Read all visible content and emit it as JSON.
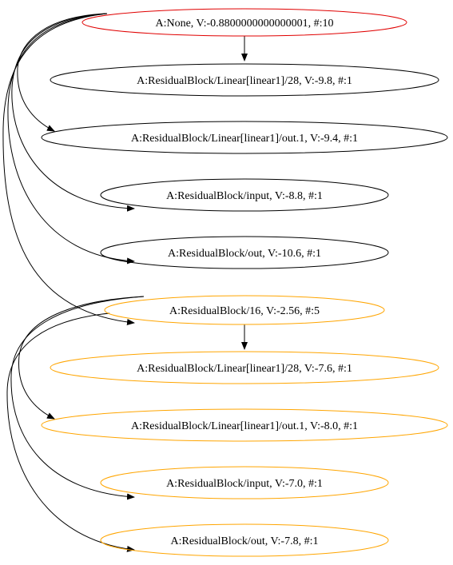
{
  "colors": {
    "root": "#e00000",
    "group": "#ffa500",
    "plain": "#000000"
  },
  "nodes": [
    {
      "id": "n0",
      "label": "A:None, V:-0.8800000000000001, #:10",
      "style": "root"
    },
    {
      "id": "n1",
      "label": "A:ResidualBlock/Linear[linear1]/28, V:-9.8, #:1",
      "style": "plain"
    },
    {
      "id": "n2",
      "label": "A:ResidualBlock/Linear[linear1]/out.1, V:-9.4, #:1",
      "style": "plain"
    },
    {
      "id": "n3",
      "label": "A:ResidualBlock/input, V:-8.8, #:1",
      "style": "plain"
    },
    {
      "id": "n4",
      "label": "A:ResidualBlock/out, V:-10.6, #:1",
      "style": "plain"
    },
    {
      "id": "n5",
      "label": "A:ResidualBlock/16, V:-2.56, #:5",
      "style": "group"
    },
    {
      "id": "n6",
      "label": "A:ResidualBlock/Linear[linear1]/28, V:-7.6, #:1",
      "style": "group"
    },
    {
      "id": "n7",
      "label": "A:ResidualBlock/Linear[linear1]/out.1, V:-8.0, #:1",
      "style": "group"
    },
    {
      "id": "n8",
      "label": "A:ResidualBlock/input, V:-7.0, #:1",
      "style": "group"
    },
    {
      "id": "n9",
      "label": "A:ResidualBlock/out, V:-7.8, #:1",
      "style": "group"
    }
  ],
  "edges": [
    {
      "from": "n0",
      "to": "n1"
    },
    {
      "from": "n0",
      "to": "n2"
    },
    {
      "from": "n0",
      "to": "n3"
    },
    {
      "from": "n0",
      "to": "n4"
    },
    {
      "from": "n0",
      "to": "n5"
    },
    {
      "from": "n5",
      "to": "n6"
    },
    {
      "from": "n5",
      "to": "n7"
    },
    {
      "from": "n5",
      "to": "n8"
    },
    {
      "from": "n5",
      "to": "n9"
    }
  ]
}
